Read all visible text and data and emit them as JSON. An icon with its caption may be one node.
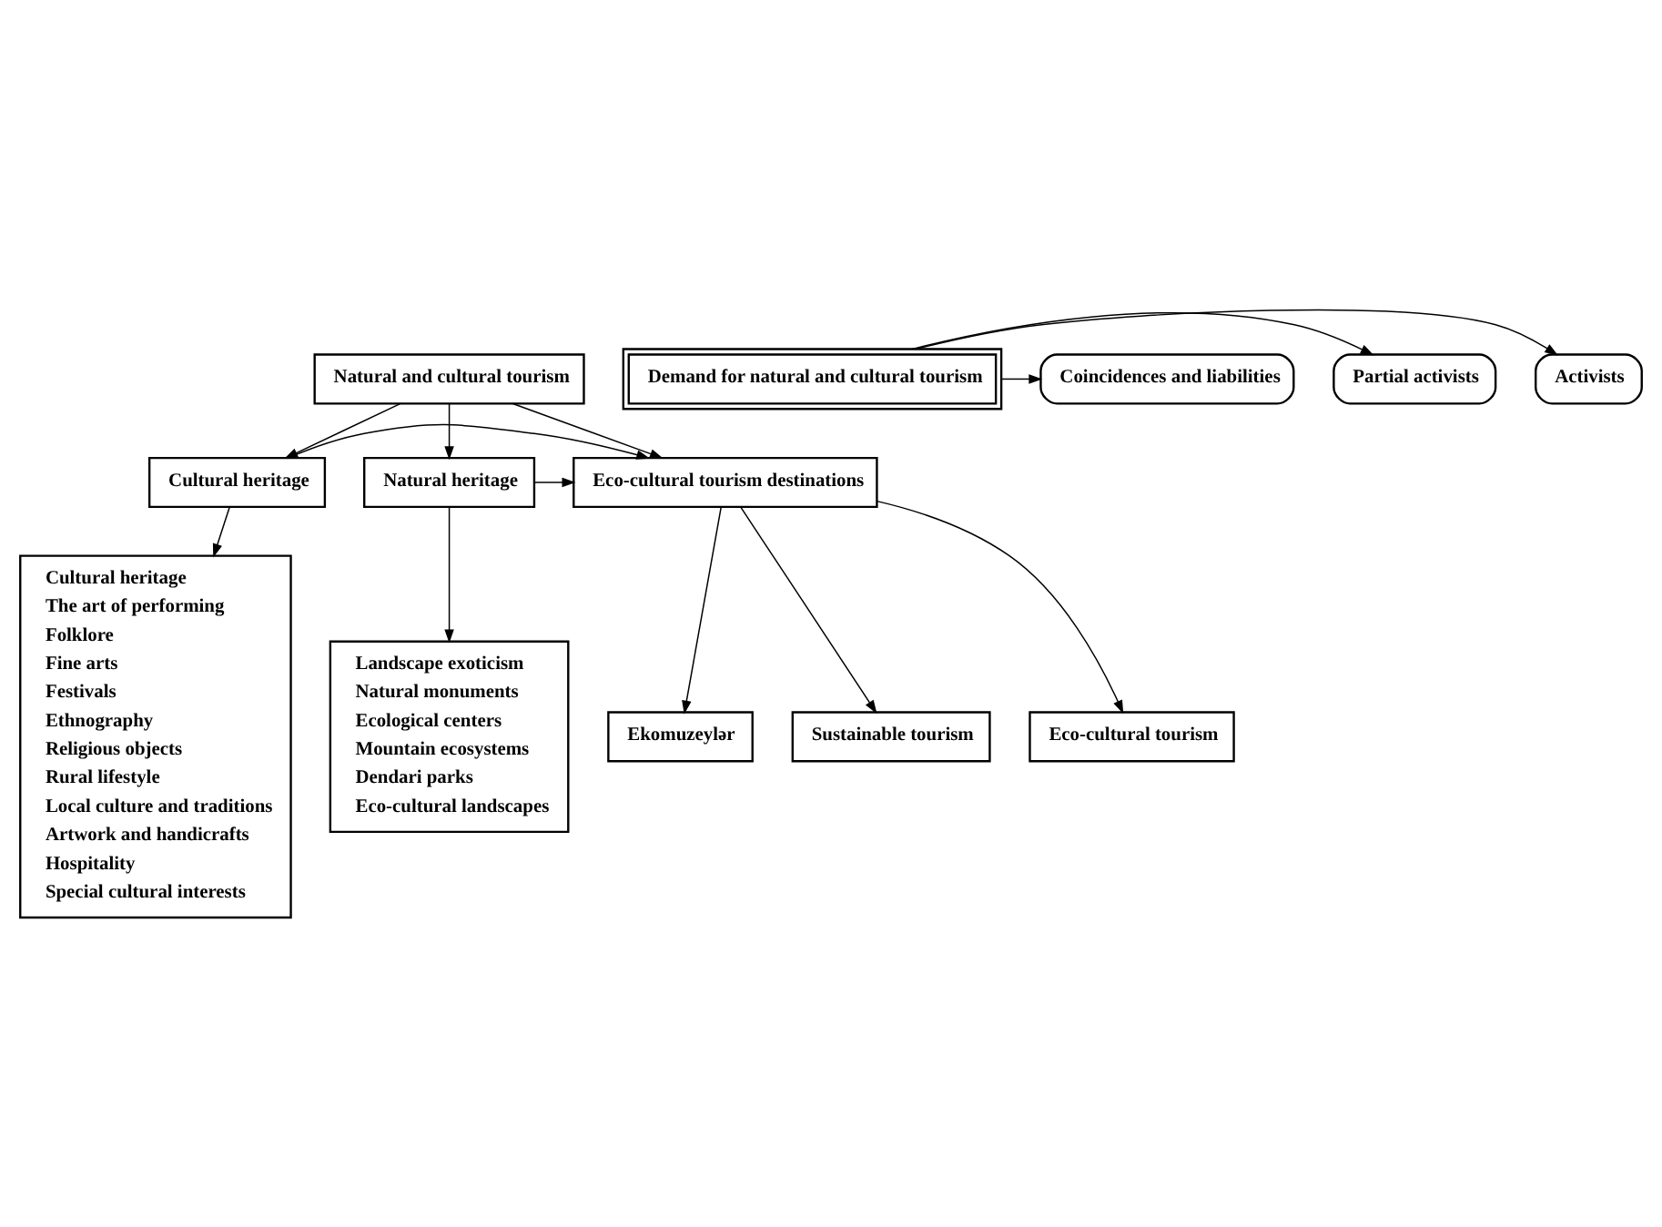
{
  "diagram": {
    "nodes": [
      {
        "text": [
          "Natural and cultural tourism"
        ]
      },
      {
        "text": [
          "Natural heritage"
        ]
      },
      {
        "text": [
          "Eco-cultural tourism destinations"
        ]
      },
      {
        "text": [
          "Cultural heritage"
        ]
      },
      {
        "text": [
          "Landscape exoticism",
          "Natural monuments",
          "Ecological centers",
          "Mountain ecosystems",
          "Dendari parks",
          "Eco-cultural landscapes"
        ]
      },
      {
        "text": [
          "Sustainable tourism"
        ]
      },
      {
        "text": [
          "Eco-cultural tourism"
        ]
      },
      {
        "text": [
          "Ekomuzeylər"
        ]
      },
      {
        "text": [
          "Cultural heritage",
          "The art of performing",
          "Folklore",
          "Fine arts",
          "Festivals",
          "Ethnography",
          "Religious objects",
          "Rural lifestyle",
          "Local culture and traditions",
          "Artwork and handicrafts",
          "Hospitality",
          "Special cultural interests"
        ]
      },
      {
        "text": [
          "Activists"
        ]
      },
      {
        "text": [
          "Partial activists"
        ]
      },
      {
        "text": [
          "Coincidences and liabilities"
        ]
      },
      {
        "text": [
          "Demand for natural and cultural tourism"
        ]
      }
    ],
    "edges": [
      {
        "from": 0,
        "to": 1,
        "arrow": "to"
      },
      {
        "from": 0,
        "to": 2,
        "arrow": "to"
      },
      {
        "from": 0,
        "to": 3,
        "arrow": "to"
      },
      {
        "from": 1,
        "to": 2,
        "arrow": "to"
      },
      {
        "from": 3,
        "to": 2,
        "arrow": "to"
      },
      {
        "from": 1,
        "to": 4,
        "arrow": "to"
      },
      {
        "from": 3,
        "to": 8,
        "arrow": "to"
      },
      {
        "from": 2,
        "to": 5,
        "arrow": "to"
      },
      {
        "from": 2,
        "to": 6,
        "arrow": "to"
      },
      {
        "from": 2,
        "to": 7,
        "arrow": "to"
      },
      {
        "from": 12,
        "to": 9,
        "arrow": "to"
      },
      {
        "from": 12,
        "to": 10,
        "arrow": "to"
      },
      {
        "from": 12,
        "to": 11,
        "arrow": "to"
      }
    ]
  }
}
